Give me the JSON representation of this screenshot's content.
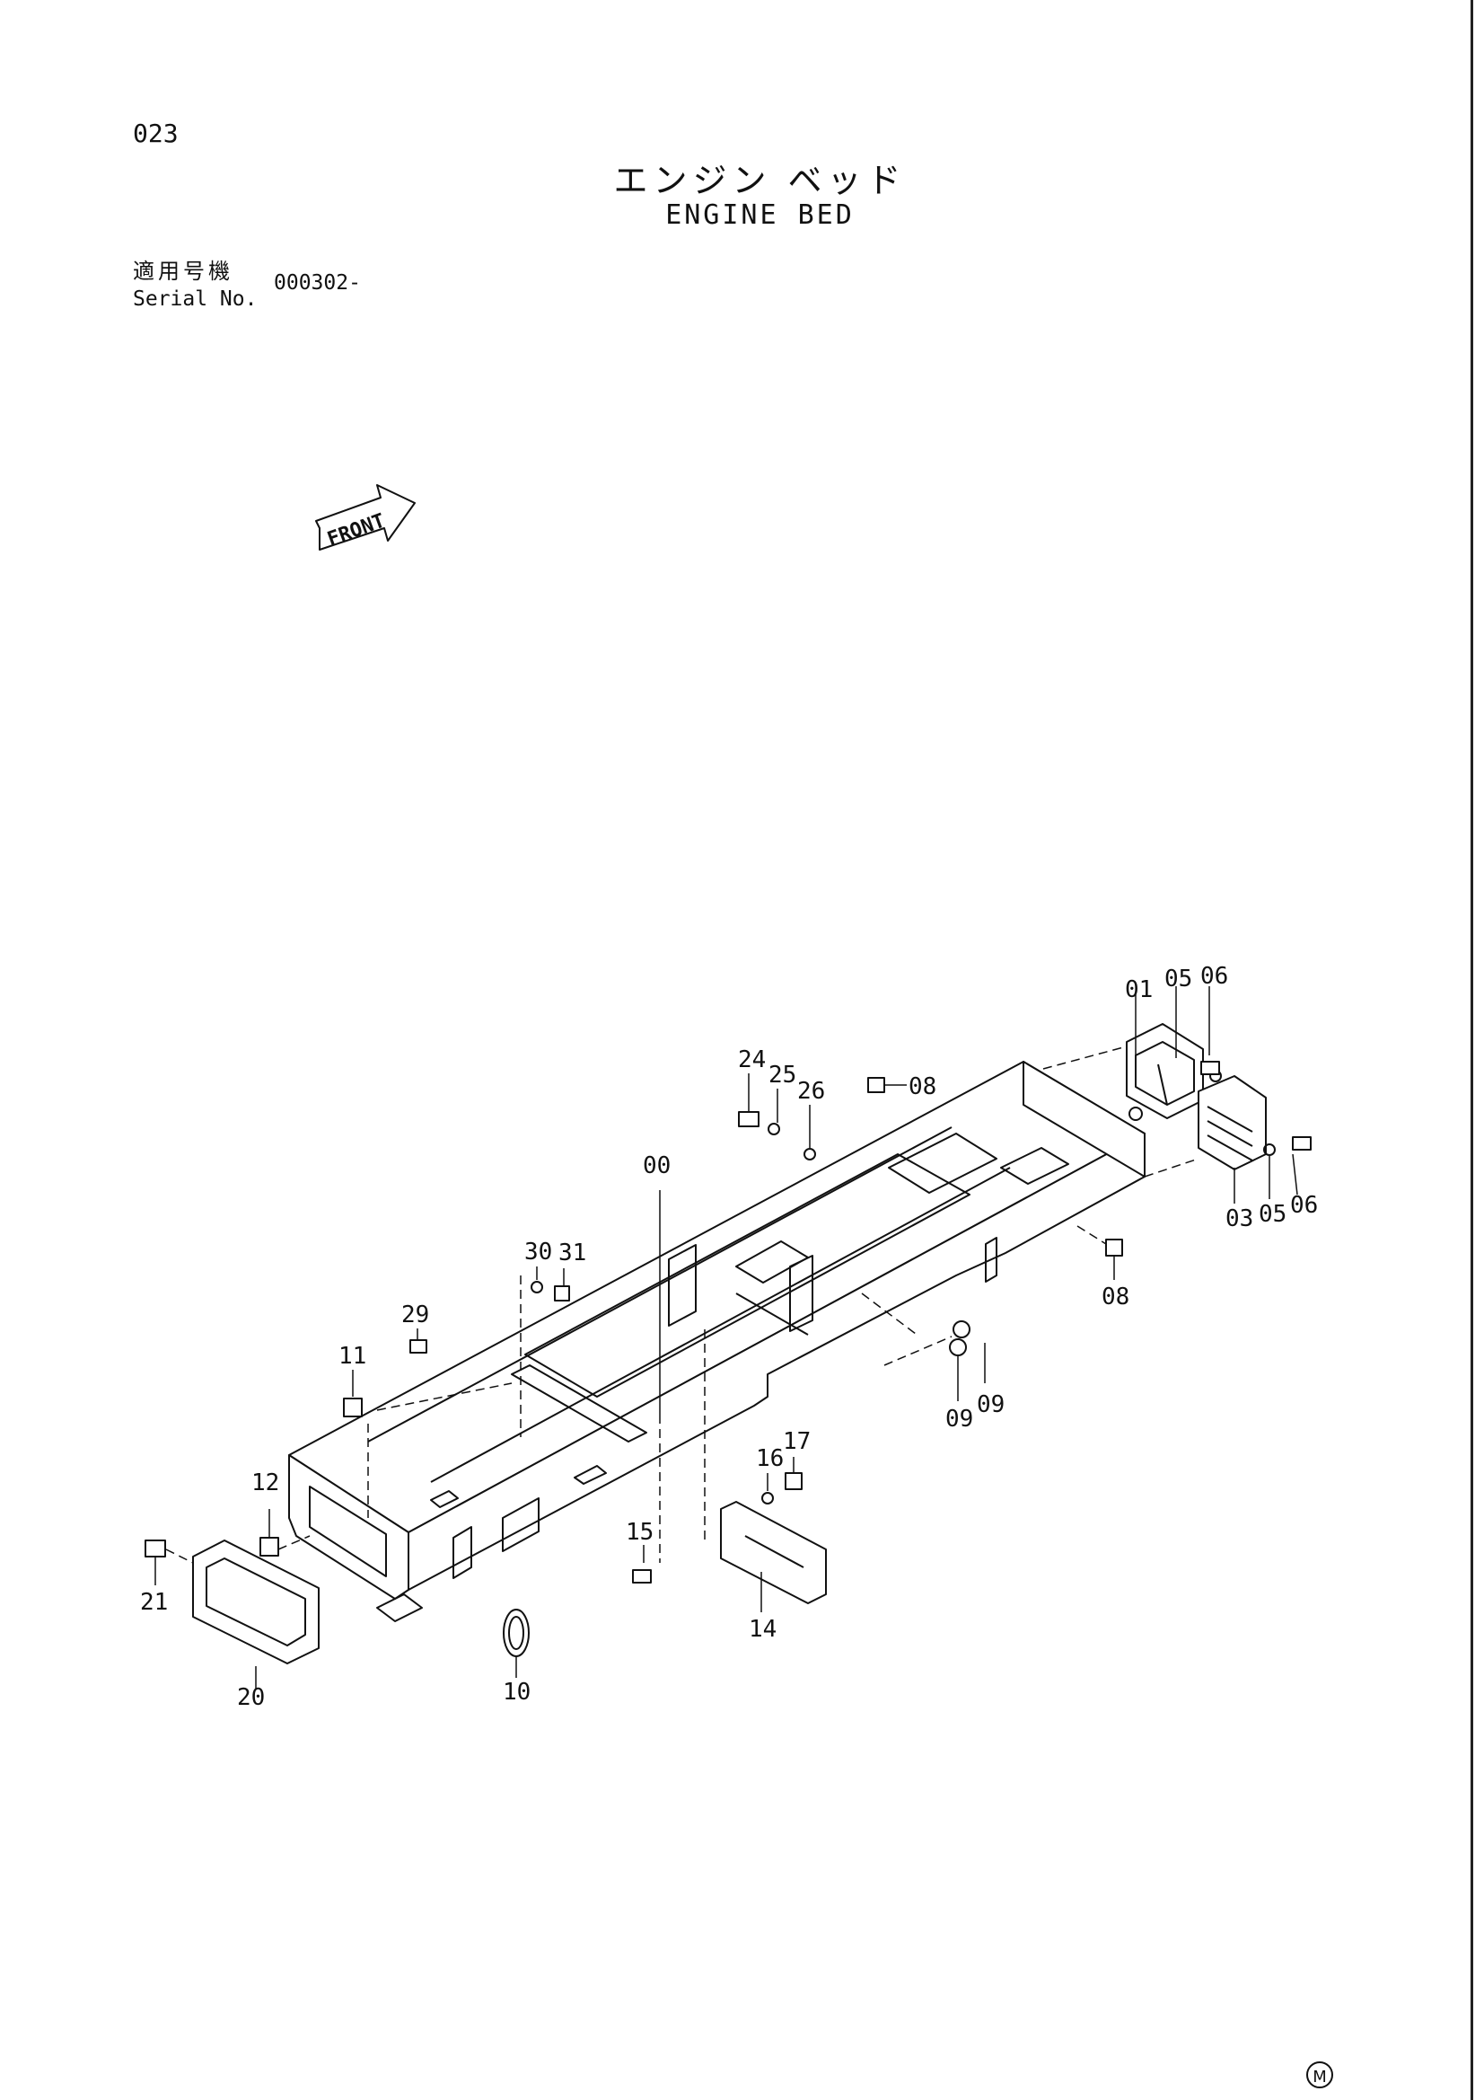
{
  "header": {
    "page_number": "023",
    "title_jp": "エンジン ベッド",
    "title_en": "ENGINE BED",
    "serial_label_jp": "適用号機",
    "serial_label_en": "Serial No.",
    "serial_value": "000302-"
  },
  "front_arrow": {
    "label": "FRONT"
  },
  "footer_mark": "M",
  "part_labels": [
    {
      "id": "00",
      "text": "00"
    },
    {
      "id": "01",
      "text": "01"
    },
    {
      "id": "03",
      "text": "03"
    },
    {
      "id": "05a",
      "text": "05"
    },
    {
      "id": "05b",
      "text": "05"
    },
    {
      "id": "06a",
      "text": "06"
    },
    {
      "id": "06b",
      "text": "06"
    },
    {
      "id": "08a",
      "text": "08"
    },
    {
      "id": "08b",
      "text": "08"
    },
    {
      "id": "09a",
      "text": "09"
    },
    {
      "id": "09b",
      "text": "09"
    },
    {
      "id": "10",
      "text": "10"
    },
    {
      "id": "11",
      "text": "11"
    },
    {
      "id": "12",
      "text": "12"
    },
    {
      "id": "14",
      "text": "14"
    },
    {
      "id": "15",
      "text": "15"
    },
    {
      "id": "16",
      "text": "16"
    },
    {
      "id": "17",
      "text": "17"
    },
    {
      "id": "20",
      "text": "20"
    },
    {
      "id": "21",
      "text": "21"
    },
    {
      "id": "24",
      "text": "24"
    },
    {
      "id": "25",
      "text": "25"
    },
    {
      "id": "26",
      "text": "26"
    },
    {
      "id": "29",
      "text": "29"
    },
    {
      "id": "30",
      "text": "30"
    },
    {
      "id": "31",
      "text": "31"
    }
  ]
}
